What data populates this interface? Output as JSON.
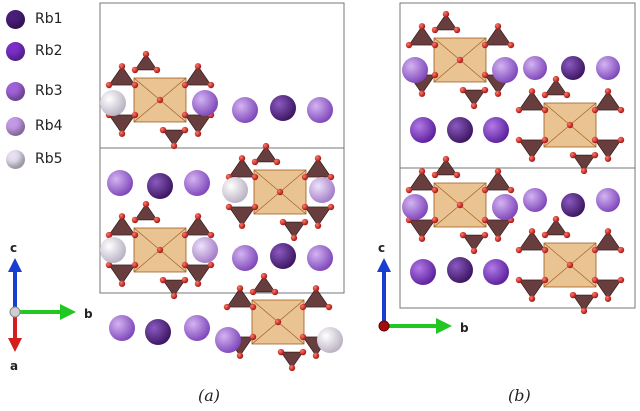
{
  "legend": [
    {
      "label": "Rb1",
      "color": "#4a1e7a"
    },
    {
      "label": "Rb2",
      "color": "#7b2fc9"
    },
    {
      "label": "Rb3",
      "color": "#a064d8"
    },
    {
      "label": "Rb4",
      "color": "#c49ae6"
    },
    {
      "label": "Rb5",
      "color": "#e6dff0"
    }
  ],
  "axes_a": {
    "up": "c",
    "right": "b",
    "down": "a"
  },
  "axes_b": {
    "up": "c",
    "right": "b"
  },
  "panels": {
    "a": "(a)",
    "b": "(b)"
  },
  "colors": {
    "tet": "#5a2c2c",
    "oct": "#d8923a",
    "oxygen": "#d61e1e",
    "cell": "#777777"
  }
}
